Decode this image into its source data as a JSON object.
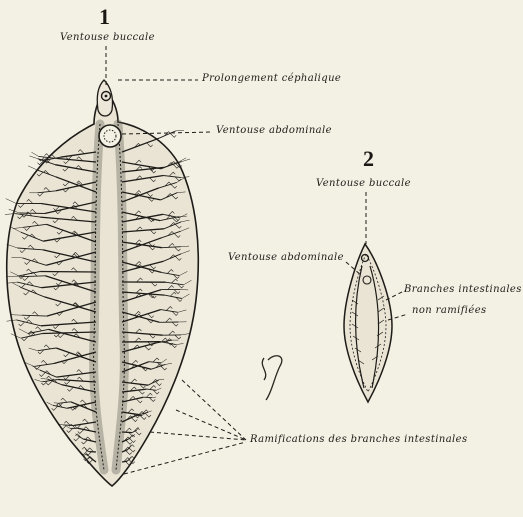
{
  "figure1": {
    "number": "1",
    "labels": {
      "ventouse_buccale": "Ventouse buccale",
      "prolongement_cephalique": "Prolongement céphalique",
      "ventouse_abdominale": "Ventouse abdominale",
      "ramifications": "Ramifications des branches intestinales"
    }
  },
  "figure2": {
    "number": "2",
    "labels": {
      "ventouse_buccale": "Ventouse buccale",
      "ventouse_abdominale": "Ventouse abdominale",
      "branches_line1": "Branches intestinales",
      "branches_line2": "non ramifiées"
    }
  },
  "colors": {
    "background": "#f3f0e4",
    "ink": "#1e1c18",
    "body_fill": "#e9e4d4",
    "canal_fill": "#d6d0be"
  }
}
